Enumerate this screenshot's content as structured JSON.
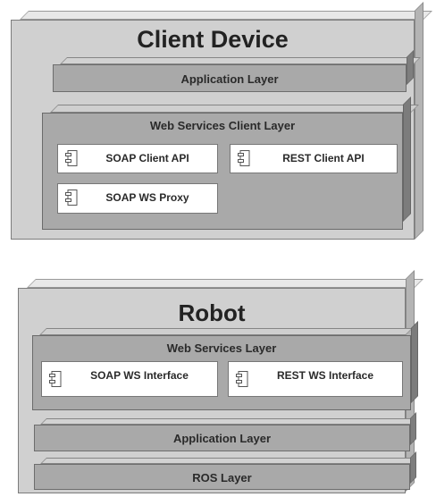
{
  "client_device": {
    "title": "Client Device",
    "application_layer": "Application Layer",
    "ws_client_layer": {
      "title": "Web Services Client Layer",
      "components": [
        "SOAP Client API",
        "REST Client API",
        "SOAP WS Proxy"
      ]
    }
  },
  "robot": {
    "title": "Robot",
    "ws_layer": {
      "title": "Web Services Layer",
      "components": [
        "SOAP WS Interface",
        "REST WS Interface"
      ]
    },
    "application_layer": "Application Layer",
    "ros_layer": "ROS Layer"
  },
  "icons": {
    "component": "uml-component-icon"
  },
  "colors": {
    "node_fill": "#d0d0d0",
    "layer_fill": "#a9a9a9",
    "component_fill": "#ffffff",
    "outline": "#6d6d6d"
  }
}
